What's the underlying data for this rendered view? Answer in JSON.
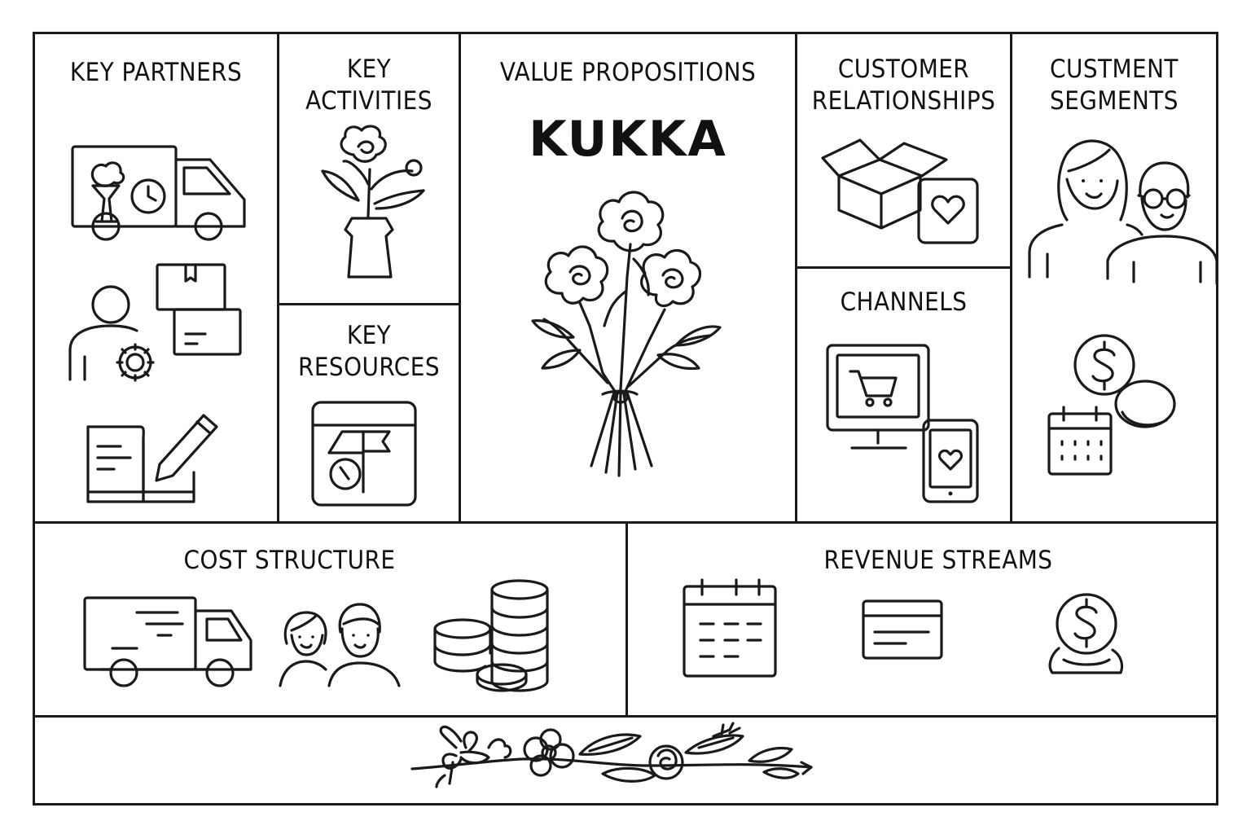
{
  "canvas": {
    "blocks": {
      "key_partners": {
        "title": "KEY PARTNERS",
        "icons": [
          "delivery-van-icon",
          "partner-person-gear-icon",
          "stacked-boxes-icon",
          "notebook-pencil-icon"
        ]
      },
      "key_activities": {
        "title": "KEY\nACTIVITIES",
        "icons": [
          "flower-vase-icon"
        ]
      },
      "key_resources": {
        "title": "KEY\nRESOURCES",
        "icons": [
          "resource-board-icon"
        ]
      },
      "value_propositions": {
        "title": "VALUE PROPOSITIONS",
        "brand": "KUKKA",
        "icons": [
          "bouquet-icon"
        ]
      },
      "customer_relationships": {
        "title": "CUSTOMER\nRELATIONSHIPS",
        "icons": [
          "open-box-icon",
          "heart-card-icon"
        ]
      },
      "channels": {
        "title": "CHANNELS",
        "icons": [
          "monitor-cart-icon",
          "phone-heart-icon"
        ]
      },
      "customer_segments": {
        "title": "CUSTMENT\nSEGMENTS",
        "icons": [
          "customers-couple-icon",
          "dollar-coin-icon",
          "calendar-icon"
        ]
      },
      "cost_structure": {
        "title": "COST STRUCTURE",
        "icons": [
          "delivery-truck-icon",
          "staff-couple-icon",
          "coin-stacks-icon"
        ]
      },
      "revenue_streams": {
        "title": "REVENUE STREAMS",
        "icons": [
          "subscription-calendar-icon",
          "payment-card-icon",
          "dollar-coin-icon"
        ]
      },
      "footer": {
        "icons": [
          "floral-garland-icon"
        ]
      }
    }
  }
}
